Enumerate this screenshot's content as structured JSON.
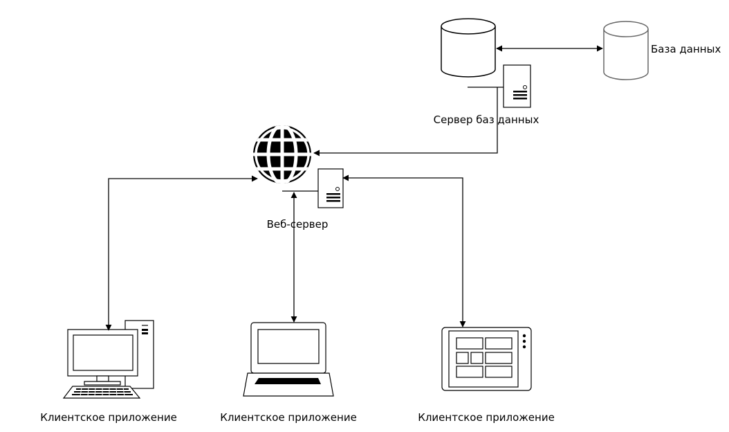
{
  "labels": {
    "database": "База данных",
    "db_server": "Сервер баз данных",
    "web_server": "Веб-сервер",
    "client_desktop": "Клиентское приложение",
    "client_laptop": "Клиентское приложение",
    "client_tablet": "Клиентское приложение"
  },
  "colors": {
    "stroke": "#000000",
    "database_stroke": "#666666",
    "fill": "#ffffff"
  },
  "icons": [
    "database-cylinder",
    "server-tower",
    "globe-icon",
    "desktop-computer",
    "laptop",
    "tablet"
  ]
}
